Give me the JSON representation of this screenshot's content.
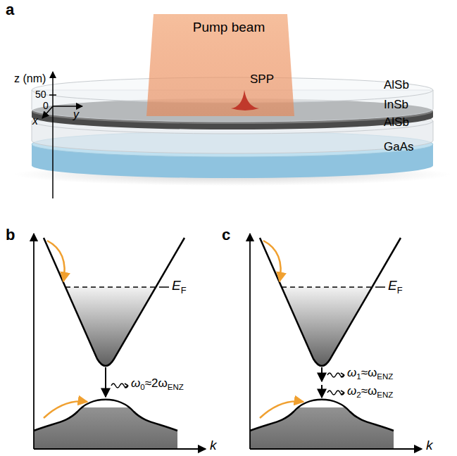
{
  "diagram": {
    "nodes": [
      {
        "text": [
          "Pump beam"
        ]
      }
    ],
    "labels": [
      "a",
      "z (nm)",
      "50",
      "0",
      "x",
      "y",
      "SPP",
      "AlSb",
      "InSb",
      "AlSb",
      "GaAs",
      "b",
      "E",
      "F",
      "ω",
      "0",
      "≈2ω",
      "ENZ",
      "k",
      "c",
      "E",
      "F",
      "ω",
      "1",
      "≈ω",
      "ENZ",
      "ω",
      "2",
      "≈ω",
      "ENZ",
      "k"
    ]
  }
}
